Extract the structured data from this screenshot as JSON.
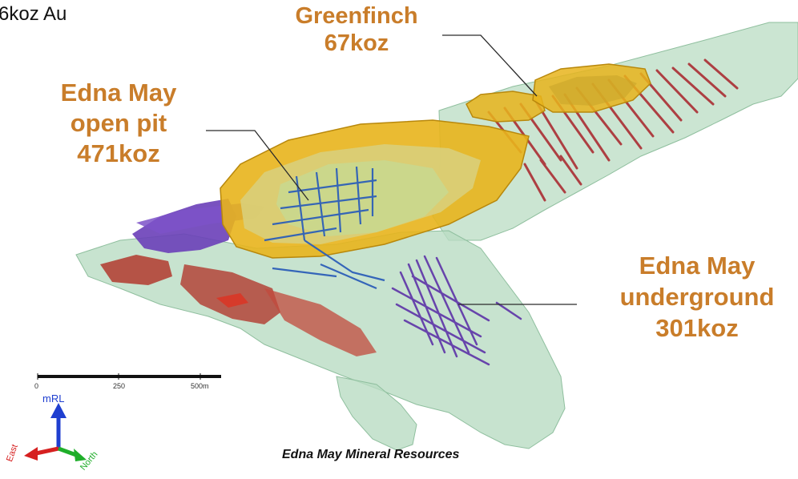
{
  "header": {
    "total_text": "6koz Au"
  },
  "labels": {
    "greenfinch": {
      "line1": "Greenfinch",
      "line2": "67koz"
    },
    "open_pit": {
      "line1": "Edna May",
      "line2": "open pit",
      "line3": "471koz"
    },
    "underground": {
      "line1": "Edna May",
      "line2": "underground",
      "line3": "301koz"
    }
  },
  "scale_bar": {
    "tick_0": "0",
    "tick_1": "250",
    "tick_2": "500m"
  },
  "axes": {
    "up": "mRL",
    "left": "East",
    "right": "North"
  },
  "caption": "Edna May Mineral Resources",
  "colors": {
    "label": "#c97d2a",
    "pit": "#e8b41c",
    "envelope": "#b9dcc3",
    "lode_red": "#b23a2e",
    "lode_purple": "#6a3fb8",
    "workings_blue": "#2d5fb8"
  }
}
